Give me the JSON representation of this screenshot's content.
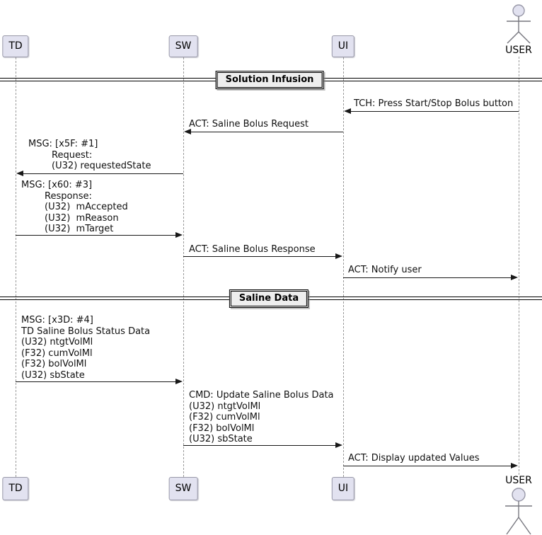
{
  "diagram": {
    "kind": "uml-sequence-diagram",
    "participants_top": [
      {
        "label": "TD"
      },
      {
        "label": "SW"
      },
      {
        "label": "UI"
      }
    ],
    "participants_bottom": [
      {
        "label": "TD"
      },
      {
        "label": "SW"
      },
      {
        "label": "UI"
      }
    ],
    "actor": {
      "label": "USER"
    },
    "dividers": [
      {
        "label": "Solution Infusion"
      },
      {
        "label": "Saline Data"
      }
    ],
    "messages": [
      {
        "from": "USER",
        "to": "UI",
        "label": "TCH: Press Start/Stop Bolus button"
      },
      {
        "from": "UI",
        "to": "SW",
        "label": "ACT: Saline Bolus Request"
      },
      {
        "from": "SW",
        "to": "TD",
        "label": "MSG: [x5F: #1]\n        Request:\n        (U32) requestedState"
      },
      {
        "from": "TD",
        "to": "SW",
        "label": "MSG: [x60: #3]\n        Response:\n        (U32)  mAccepted\n        (U32)  mReason\n        (U32)  mTarget"
      },
      {
        "from": "SW",
        "to": "UI",
        "label": "ACT: Saline Bolus Response"
      },
      {
        "from": "UI",
        "to": "USER",
        "label": "ACT: Notify user"
      },
      {
        "from": "TD",
        "to": "SW",
        "label": "MSG: [x3D: #4]\nTD Saline Bolus Status Data\n(U32) ntgtVolMl\n(F32) cumVolMl\n(F32) bolVolMl\n(U32) sbState"
      },
      {
        "from": "SW",
        "to": "UI",
        "label": "CMD: Update Saline Bolus Data\n(U32) ntgtVolMl\n(F32) cumVolMl\n(F32) bolVolMl\n(U32) sbState"
      },
      {
        "from": "UI",
        "to": "USER",
        "label": "ACT: Display updated Values"
      }
    ],
    "colors": {
      "participant_fill": "#E2E2F0",
      "participant_border": "#9898A8",
      "divider_fill": "#EEEEEE",
      "arrow": "#181818",
      "lifeline": "#999999",
      "background": "#FFFFFF"
    }
  }
}
